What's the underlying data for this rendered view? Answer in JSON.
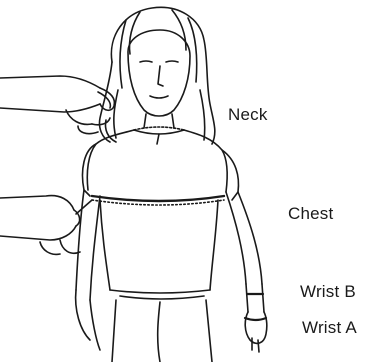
{
  "labels": {
    "neck": "Neck",
    "chest": "Chest",
    "wrist_b": "Wrist B",
    "wrist_a": "Wrist A"
  },
  "colors": {
    "line": "#1a1a1a",
    "background": "#ffffff"
  }
}
